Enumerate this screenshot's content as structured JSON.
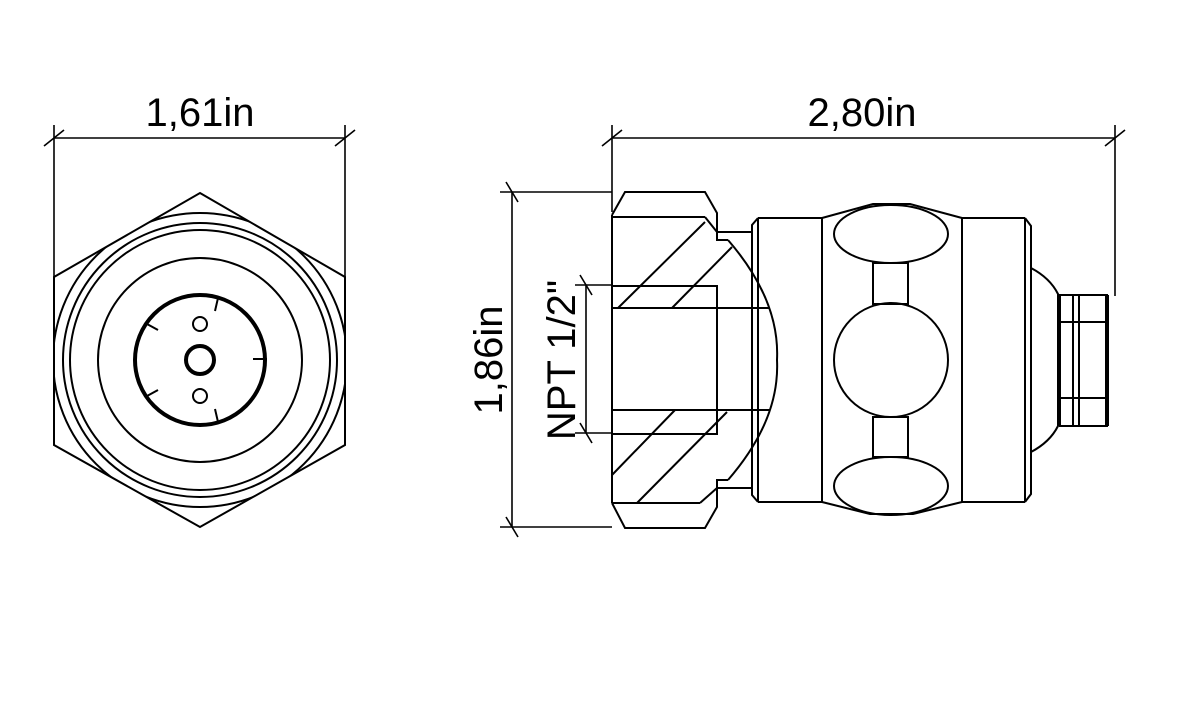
{
  "drawing": {
    "front_view": {
      "width_dimension": "1,61in"
    },
    "side_view": {
      "length_dimension": "2,80in",
      "height_dimension": "1,86in",
      "thread_label": "NPT 1/2\""
    }
  },
  "colors": {
    "line": "#000000",
    "background": "#ffffff"
  }
}
